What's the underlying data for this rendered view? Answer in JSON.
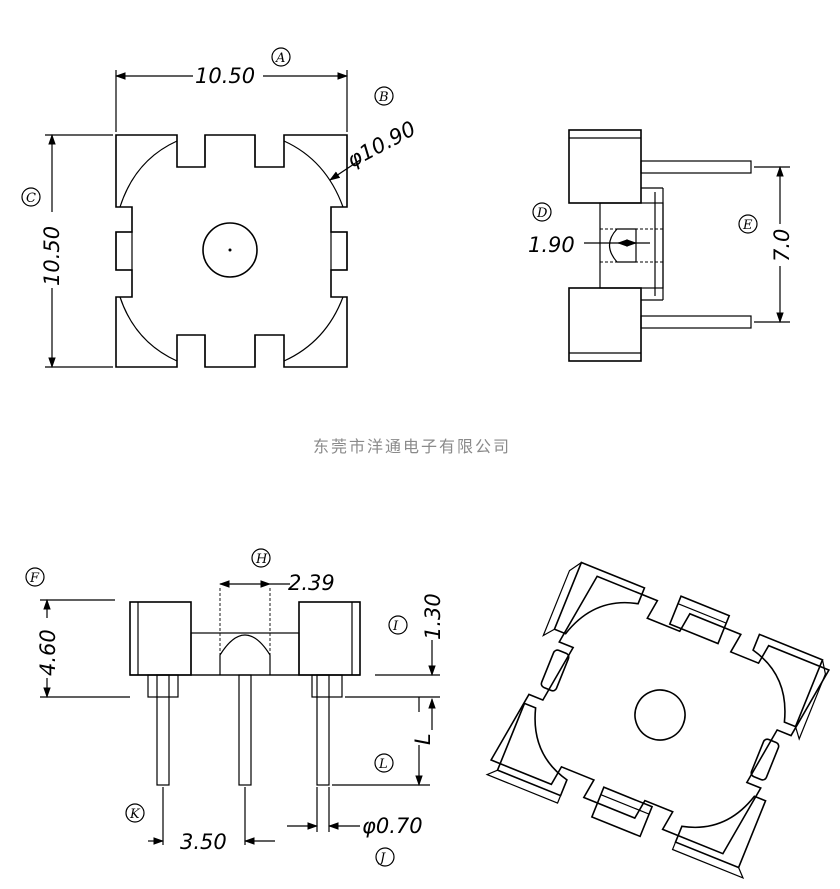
{
  "company_name": "东莞市洋通电子有限公司",
  "top_view": {
    "width_dim": "10.50",
    "height_dim": "10.50",
    "diameter_dim": "φ10.90",
    "label_a": "A",
    "label_b": "B",
    "label_c": "C"
  },
  "side_view": {
    "slot_dim": "1.90",
    "pin_span_dim": "7.0",
    "label_d": "D",
    "label_e": "E"
  },
  "front_view": {
    "height_dim": "4.60",
    "notch_width_dim": "2.39",
    "notch_depth_dim": "1.30",
    "pin_length_dim": "L",
    "pin_pitch_dim": "3.50",
    "pin_diameter_dim": "φ0.70",
    "label_f": "F",
    "label_h": "H",
    "label_i": "I",
    "label_j": "J",
    "label_k": "K",
    "label_l": "L"
  }
}
